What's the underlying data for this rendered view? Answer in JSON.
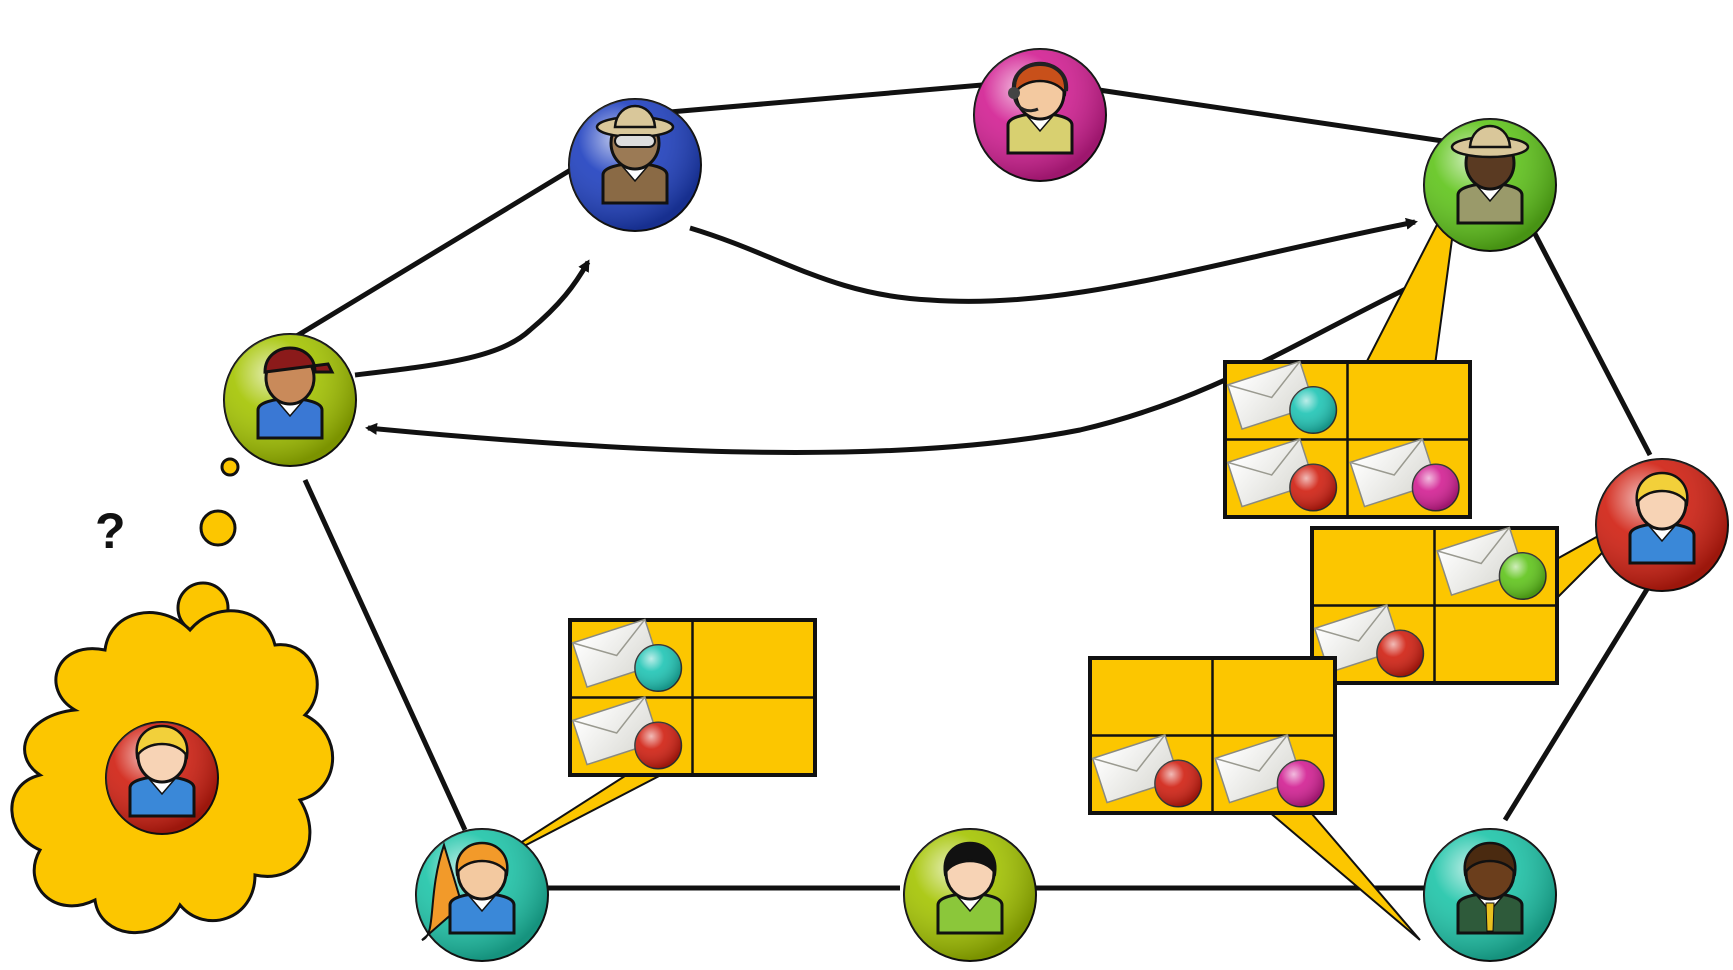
{
  "colors": {
    "background": "#ffffff",
    "edge": "#111111",
    "table_fill": "#fcc600",
    "table_border": "#111111",
    "envelope": "#eeeeea",
    "thought_cloud": "#fcc600"
  },
  "question_mark": "?",
  "nodes": [
    {
      "id": "node-left",
      "ring": "#a4c400",
      "person": "red-cap-boy"
    },
    {
      "id": "node-top-blue",
      "ring": "#1e3fbf",
      "person": "explorer-goggles"
    },
    {
      "id": "node-top-magenta",
      "ring": "#d21e92",
      "person": "headset-operator"
    },
    {
      "id": "node-top-right",
      "ring": "#5fc41a",
      "person": "safari-hat-man"
    },
    {
      "id": "node-right",
      "ring": "#d01e10",
      "person": "blonde-boy"
    },
    {
      "id": "node-bottom-right",
      "ring": "#1dc4a8",
      "person": "business-man-tie"
    },
    {
      "id": "node-bottom-middle",
      "ring": "#a4c400",
      "person": "black-hair-person"
    },
    {
      "id": "node-bottom-left",
      "ring": "#1dc4a8",
      "person": "orange-hair-girl"
    }
  ],
  "thought": {
    "ring": "#d01e10",
    "person": "blonde-boy"
  },
  "tables": [
    {
      "id": "table-top-right",
      "cells": [
        {
          "pos": "top-left",
          "dot": "#1ec4b4"
        },
        {
          "pos": "bottom-left",
          "dot": "#d01e10"
        },
        {
          "pos": "bottom-right",
          "dot": "#d21e92"
        }
      ]
    },
    {
      "id": "table-right",
      "cells": [
        {
          "pos": "top-right",
          "dot": "#5fc41a"
        },
        {
          "pos": "bottom-left",
          "dot": "#d01e10"
        }
      ]
    },
    {
      "id": "table-bottom-right",
      "cells": [
        {
          "pos": "bottom-left",
          "dot": "#d01e10"
        },
        {
          "pos": "bottom-right",
          "dot": "#d21e92"
        }
      ]
    },
    {
      "id": "table-bottom-left",
      "cells": [
        {
          "pos": "top-left",
          "dot": "#1ec4b4"
        },
        {
          "pos": "bottom-left",
          "dot": "#d01e10"
        }
      ]
    }
  ]
}
